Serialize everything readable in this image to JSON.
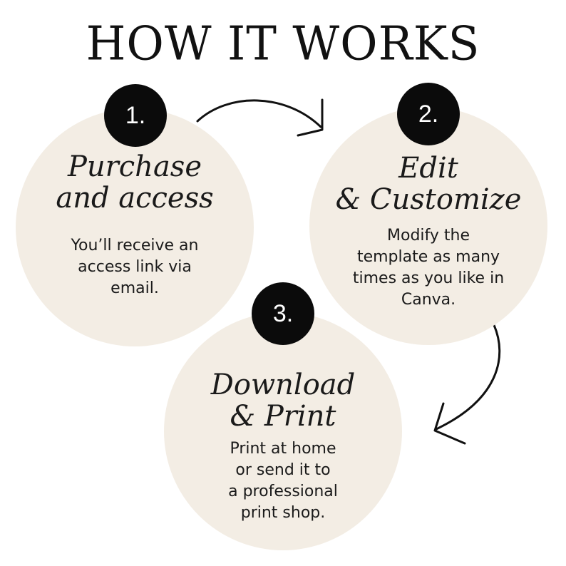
{
  "title": "HOW IT WORKS",
  "colors": {
    "circle_fill": "#f3ede4",
    "badge_fill": "#0b0b0b",
    "text": "#1a1a1a",
    "arrow": "#111111"
  },
  "steps": [
    {
      "number": "1.",
      "heading_lines": [
        "Purchase",
        "and access"
      ],
      "description_lines": [
        "You’ll receive an",
        "access link via",
        "email."
      ]
    },
    {
      "number": "2.",
      "heading_lines": [
        "Edit",
        "& Customize"
      ],
      "description_lines": [
        "Modify the",
        "template as many",
        "times as you like in",
        "Canva."
      ]
    },
    {
      "number": "3.",
      "heading_lines": [
        "Download",
        "& Print"
      ],
      "description_lines": [
        "Print at home",
        "or send it to",
        "a professional",
        "print shop."
      ]
    }
  ]
}
